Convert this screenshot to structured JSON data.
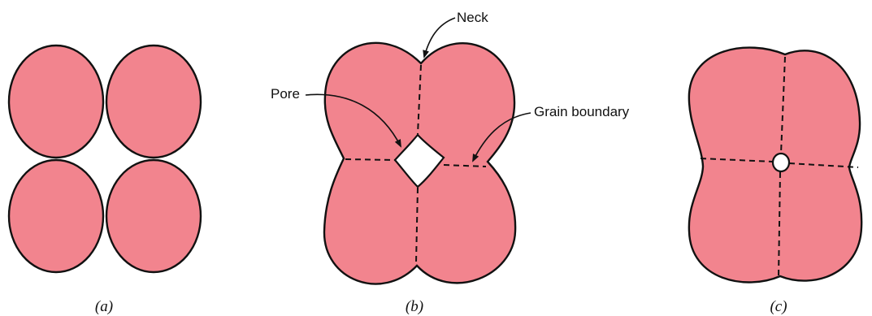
{
  "colors": {
    "particle_fill": "#F2848E",
    "outline": "#111111",
    "pore_fill": "#ffffff",
    "background": "#ffffff"
  },
  "labels": {
    "neck": "Neck",
    "pore": "Pore",
    "grain_boundary": "Grain boundary"
  },
  "captions": {
    "a": "(a)",
    "b": "(b)",
    "c": "(c)"
  }
}
